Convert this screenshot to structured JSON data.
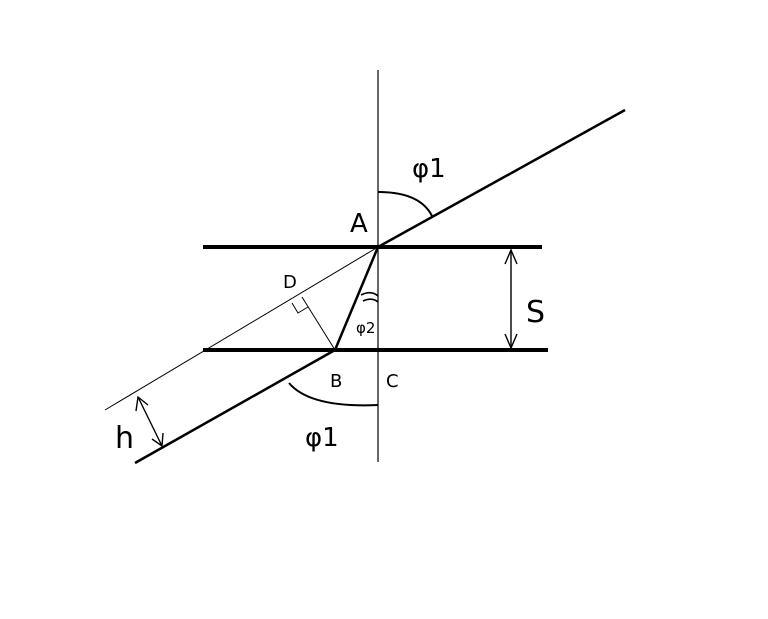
{
  "diagram": {
    "labels": {
      "A": "A",
      "B": "B",
      "C": "C",
      "D": "D",
      "S": "S",
      "h": "h",
      "phi1_top": "φ1",
      "phi1_bottom": "φ1",
      "phi2": "φ2"
    },
    "colors": {
      "ink": "#000000",
      "background": "#ffffff"
    }
  }
}
